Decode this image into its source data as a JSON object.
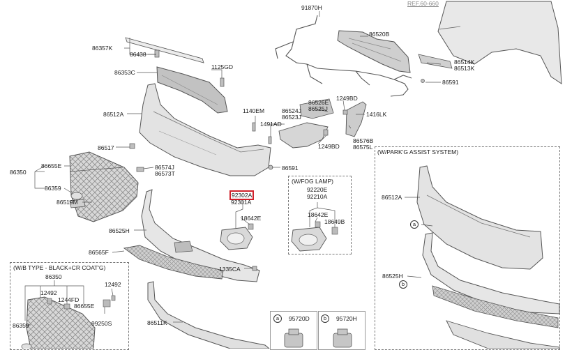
{
  "ref_label": "REF.60-660",
  "highlighted_part": "92302A",
  "sections": {
    "fog_lamp": "(W/FOG LAMP)",
    "b_type": "(W/B TYPE - BLACK+CR COAT'G)",
    "parking_assist": "(W/PARK'G ASSIST SYSTEM)"
  },
  "callouts": {
    "a": "a",
    "b": "b",
    "a_part": "95720D",
    "b_part": "95720H"
  },
  "parts": {
    "p91870H": "91870H",
    "p86520B": "86520B",
    "p86357K": "86357K",
    "p86438": "86438",
    "p1125GD": "1125GD",
    "p86353C": "86353C",
    "p86514K": "86514K",
    "p86513K": "86513K",
    "p86591_top": "86591",
    "p86512A": "86512A",
    "p1140EM": "1140EM",
    "p1491AD": "1491AD",
    "p86524J": "86524J",
    "p86523J": "86523J",
    "p86526E": "86526E",
    "p86525J": "86525J",
    "p1249BD_top": "1249BD",
    "p1416LK": "1416LK",
    "p86576B": "86576B",
    "p86575L": "86575L",
    "p1249BD_mid": "1249BD",
    "p86517": "86517",
    "p86655E": "86655E",
    "p86350": "86350",
    "p86574J": "86574J",
    "p86573T": "86573T",
    "p86591_mid": "86591",
    "p86359": "86359",
    "p86519M": "86519M",
    "p92301A": "92301A",
    "p18642E": "18642E",
    "p86525H": "86525H",
    "p86565F": "86565F",
    "p1335CA": "1335CA",
    "p86511K": "86511K",
    "fog_92220E": "92220E",
    "fog_92210A": "92210A",
    "fog_18642E": "18642E",
    "fog_18649B": "18649B",
    "b_86350": "86350",
    "b_12492a": "12492",
    "b_1244FD": "1244FD",
    "b_12492b": "12492",
    "b_86655E": "86655E",
    "b_99250S": "99250S",
    "b_86359": "86359",
    "pa_86512A": "86512A",
    "pa_86525H": "86525H"
  }
}
